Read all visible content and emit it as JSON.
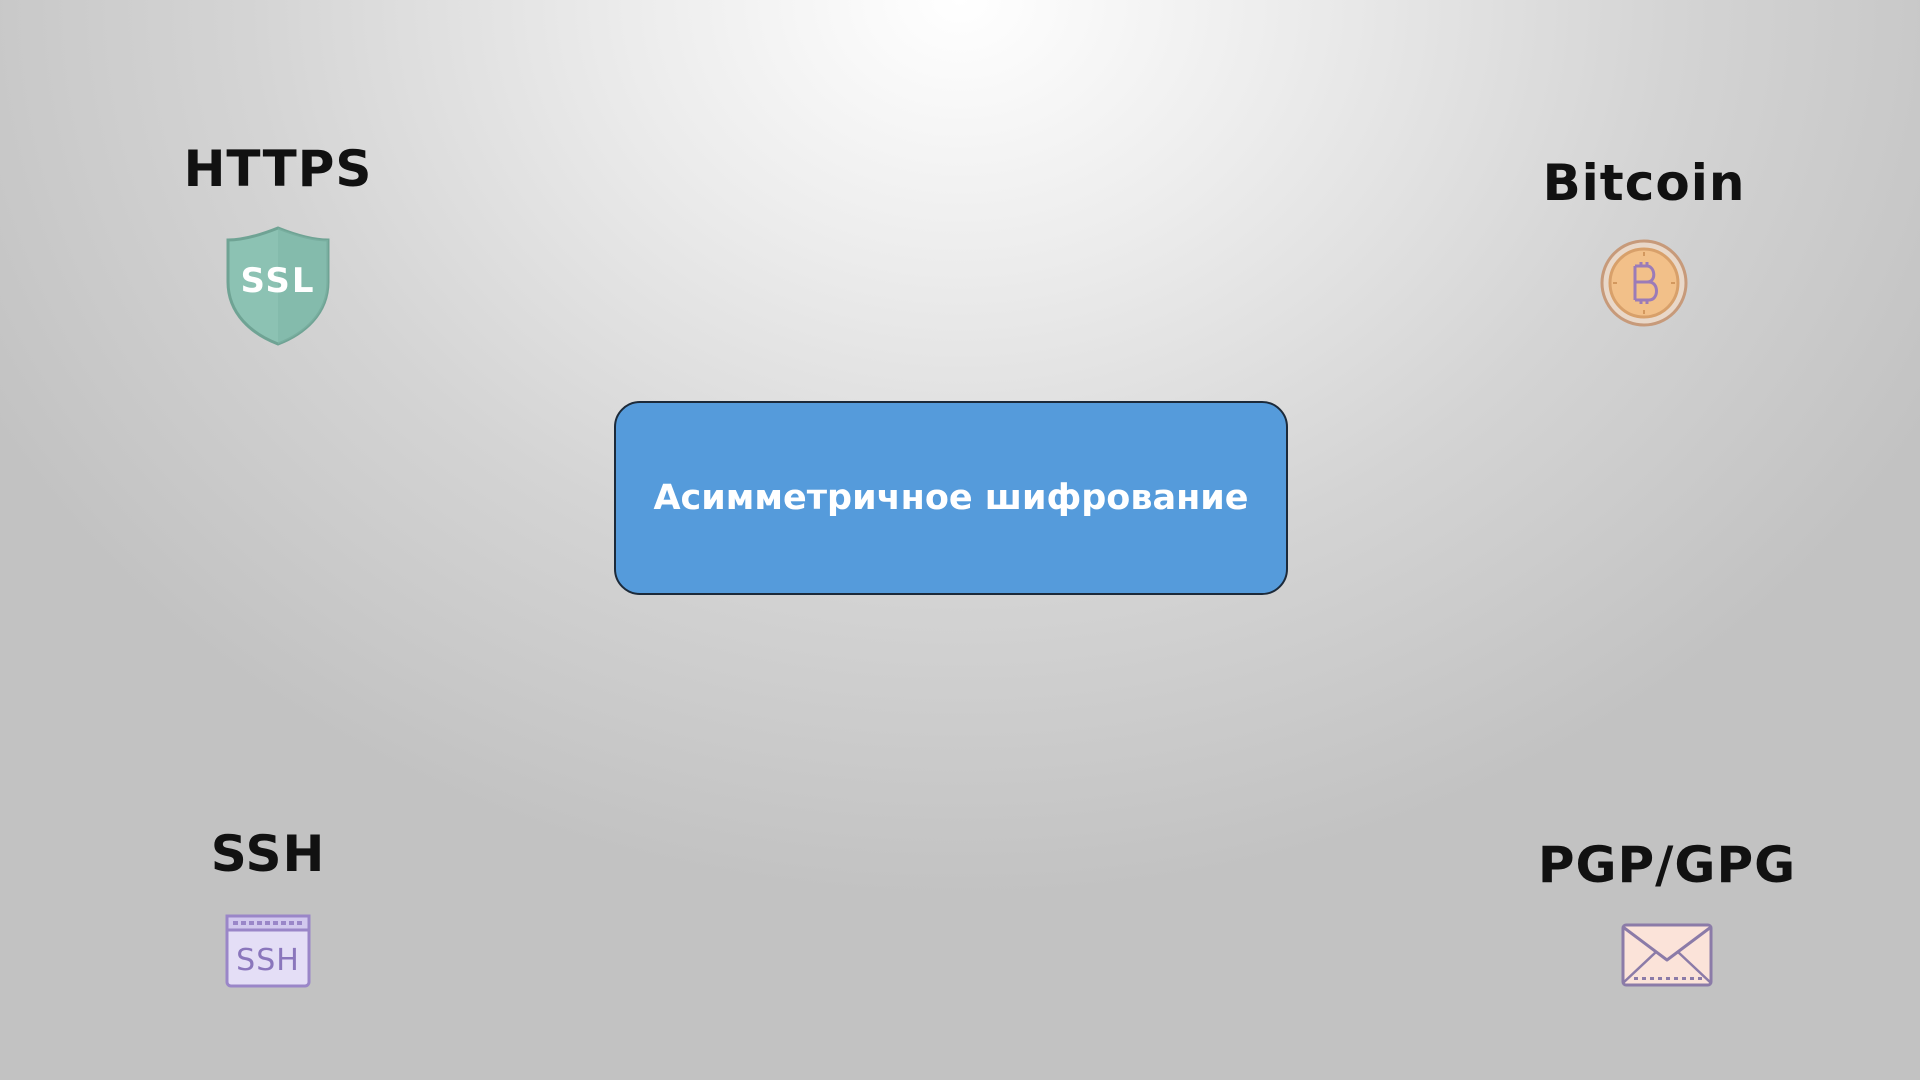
{
  "center": {
    "label": "Асимметричное шифрование",
    "fill": "#559bdb",
    "text_color": "#ffffff"
  },
  "items": {
    "https": {
      "label": "HTTPS",
      "icon": "ssl-shield-icon",
      "icon_text": "SSL",
      "icon_color": "#8cc2b3"
    },
    "bitcoin": {
      "label": "Bitcoin",
      "icon": "bitcoin-coin-icon",
      "icon_color": "#f2c089"
    },
    "ssh": {
      "label": "SSH",
      "icon": "ssh-terminal-icon",
      "icon_text": "SSH",
      "icon_color": "#d9d3f2"
    },
    "pgp": {
      "label": "PGP/GPG",
      "icon": "envelope-icon",
      "icon_color": "#fbe3d9"
    }
  }
}
